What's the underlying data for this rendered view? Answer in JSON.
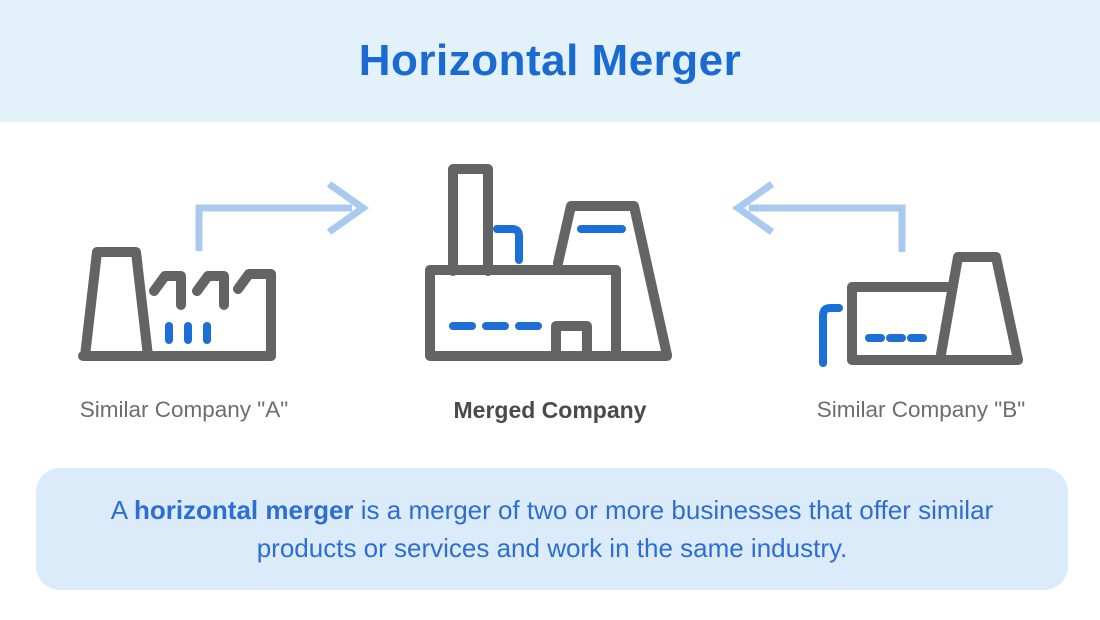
{
  "header": {
    "title": "Horizontal Merger"
  },
  "diagram": {
    "company_a": {
      "label": "Similar Company \"A\""
    },
    "merged": {
      "label": "Merged Company"
    },
    "company_b": {
      "label": "Similar Company \"B\""
    }
  },
  "definition": {
    "prefix": "A",
    "highlight": "horizontal merger",
    "rest": "is a merger of two or more businesses that offer similar products or services and work in the same industry."
  },
  "icons": {
    "factory_a": "factory-with-sawtooth-roof-icon",
    "factory_merged": "large-factory-with-cooling-tower-icon",
    "factory_b": "factory-with-cooling-tower-icon",
    "arrow_from_a": "elbow-arrow-right-icon",
    "arrow_from_b": "elbow-arrow-left-icon"
  },
  "colors": {
    "header_bg": "#E3F1FA",
    "definition_bg": "#DCEBF9",
    "title": "#1B6AD1",
    "definition_text": "#2C6ED3",
    "icon_gray": "#646464",
    "icon_blue": "#1C6FD6",
    "arrow": "#A9C9EE",
    "label_gray": "#6D6D6D",
    "merged_label": "#4A4A4A"
  }
}
